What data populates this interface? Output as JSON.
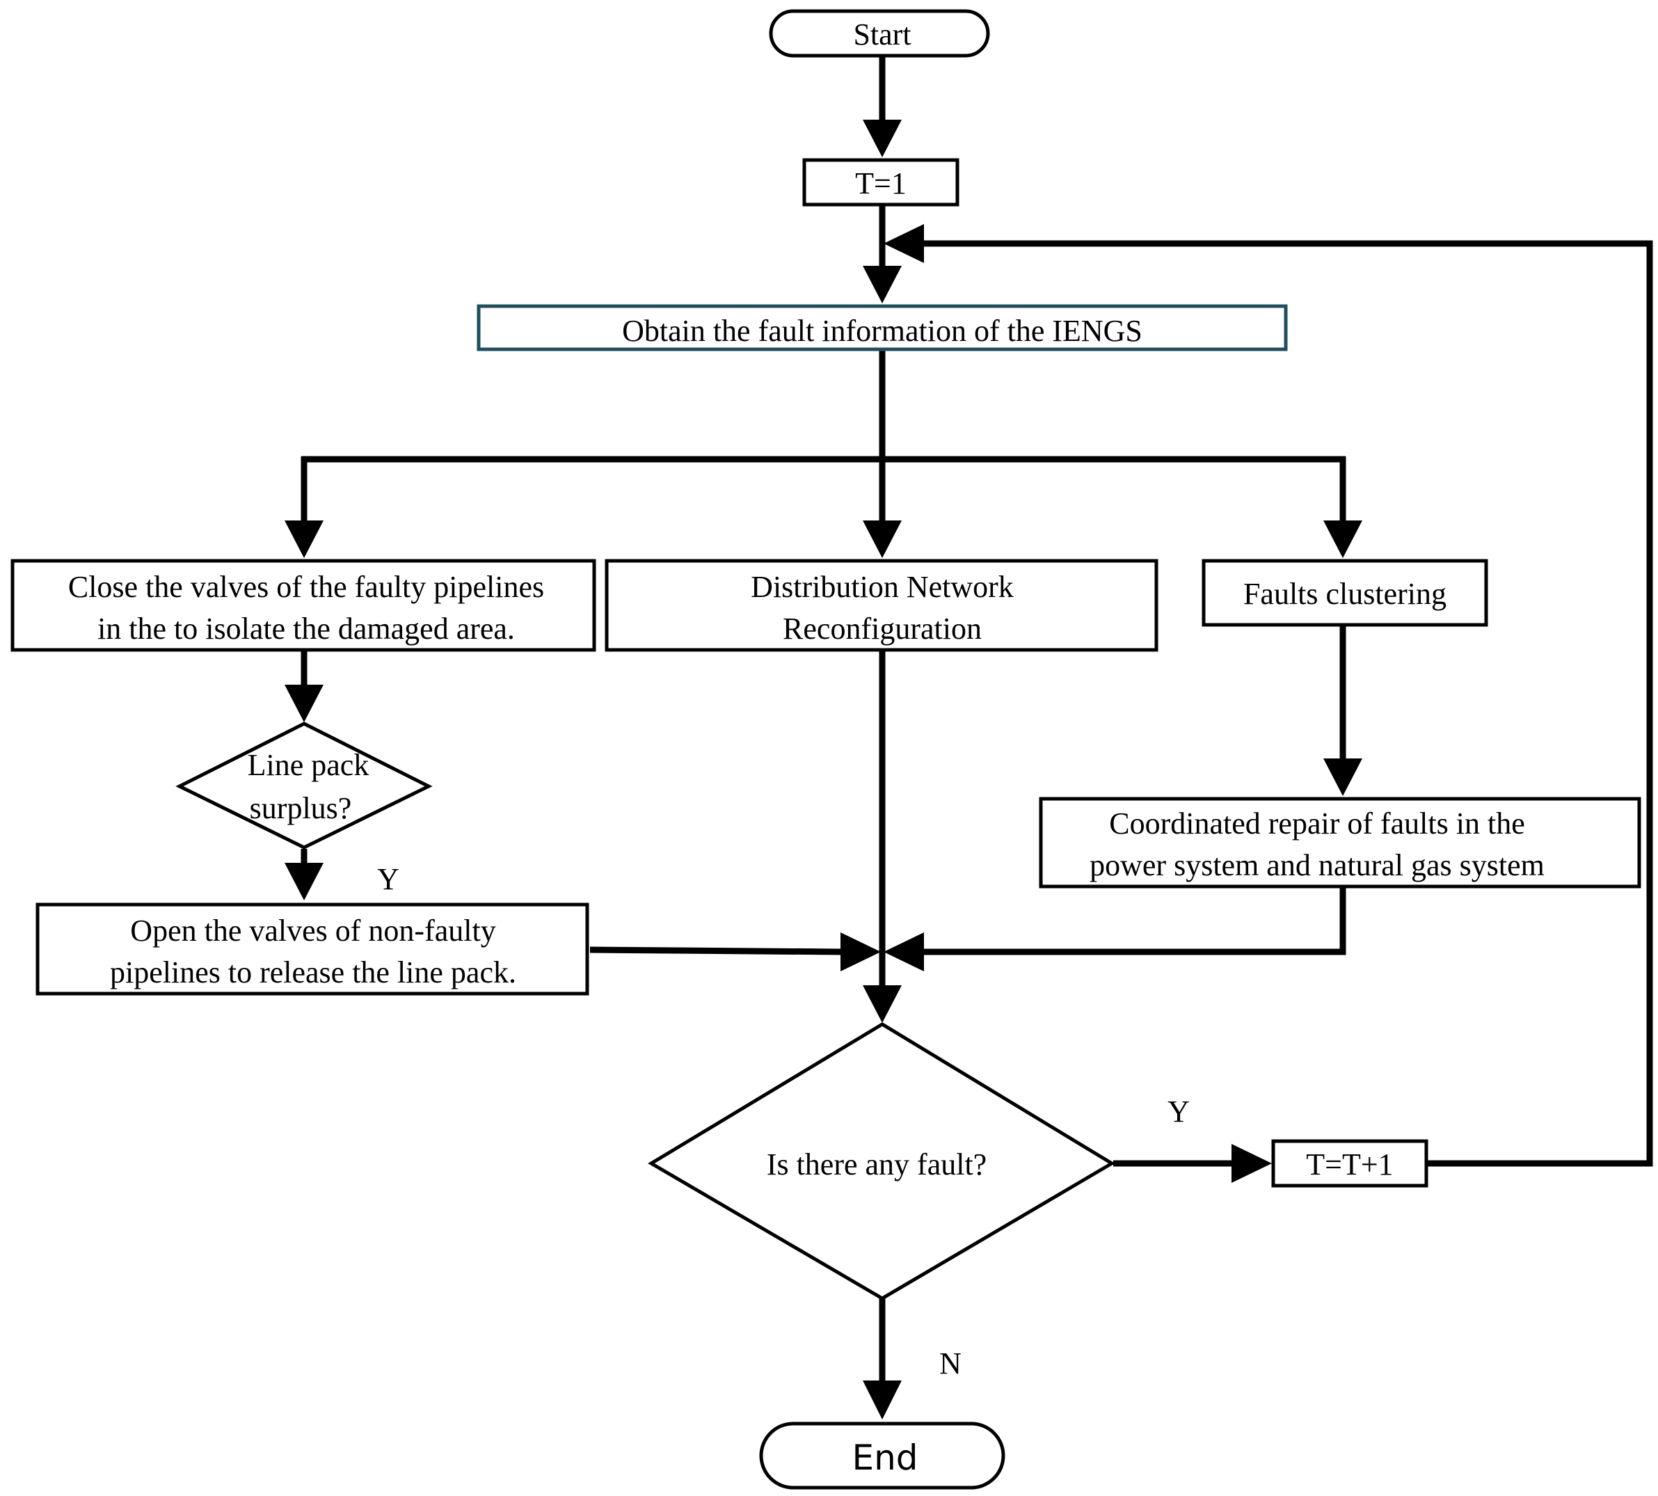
{
  "nodes": {
    "start": "Start",
    "t_init": "T=1",
    "obtain": "Obtain the fault information of the IENGS",
    "close_valves": [
      "Close the valves of the faulty pipelines",
      "in the  to isolate the damaged area."
    ],
    "distribution": [
      "Distribution Network",
      "Reconfiguration"
    ],
    "faults_clustering": "Faults clustering",
    "line_pack": [
      "Line pack",
      "surplus?"
    ],
    "coordinated_repair": [
      "Coordinated repair of faults in the",
      "power system and natural gas system"
    ],
    "open_valves": [
      "Open the valves of non-faulty",
      "pipelines to release the line pack."
    ],
    "decision": "Is there any fault?",
    "t_increment": "T=T+1",
    "end": "End"
  },
  "edge_labels": {
    "line_pack_yes": "Y",
    "decision_yes": "Y",
    "decision_no": "N"
  },
  "colors": {
    "stroke": "#000000",
    "accent_stroke": "#1f4e5f",
    "background": "#ffffff"
  }
}
